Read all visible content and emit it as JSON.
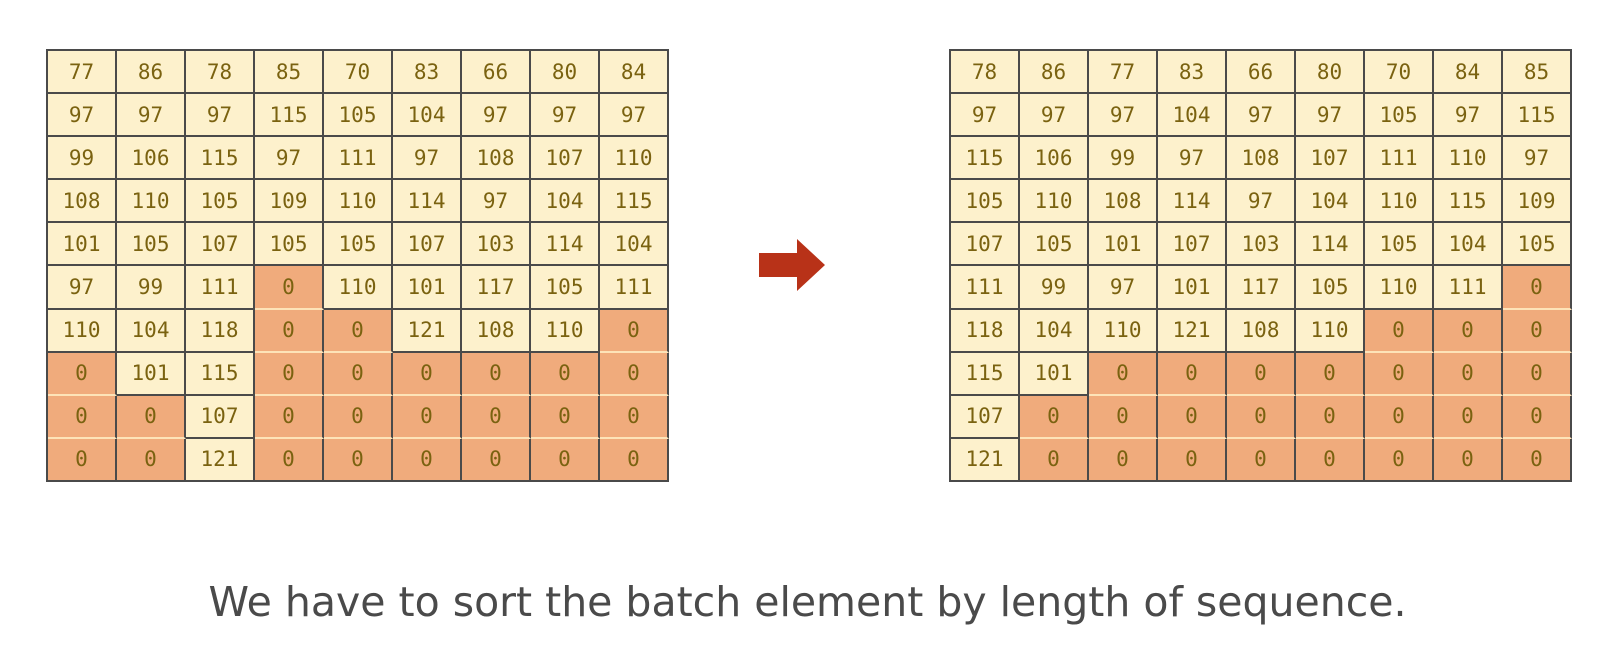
{
  "left_table": {
    "rows": [
      [
        77,
        86,
        78,
        85,
        70,
        83,
        66,
        80,
        84
      ],
      [
        97,
        97,
        97,
        115,
        105,
        104,
        97,
        97,
        97
      ],
      [
        99,
        106,
        115,
        97,
        111,
        97,
        108,
        107,
        110
      ],
      [
        108,
        110,
        105,
        109,
        110,
        114,
        97,
        104,
        115
      ],
      [
        101,
        105,
        107,
        105,
        105,
        107,
        103,
        114,
        104
      ],
      [
        97,
        99,
        111,
        0,
        110,
        101,
        117,
        105,
        111
      ],
      [
        110,
        104,
        118,
        0,
        0,
        121,
        108,
        110,
        0
      ],
      [
        0,
        101,
        115,
        0,
        0,
        0,
        0,
        0,
        0
      ],
      [
        0,
        0,
        107,
        0,
        0,
        0,
        0,
        0,
        0
      ],
      [
        0,
        0,
        121,
        0,
        0,
        0,
        0,
        0,
        0
      ]
    ]
  },
  "right_table": {
    "rows": [
      [
        78,
        86,
        77,
        83,
        66,
        80,
        70,
        84,
        85
      ],
      [
        97,
        97,
        97,
        104,
        97,
        97,
        105,
        97,
        115
      ],
      [
        115,
        106,
        99,
        97,
        108,
        107,
        111,
        110,
        97
      ],
      [
        105,
        110,
        108,
        114,
        97,
        104,
        110,
        115,
        109
      ],
      [
        107,
        105,
        101,
        107,
        103,
        114,
        105,
        104,
        105
      ],
      [
        111,
        99,
        97,
        101,
        117,
        105,
        110,
        111,
        0
      ],
      [
        118,
        104,
        110,
        121,
        108,
        110,
        0,
        0,
        0
      ],
      [
        115,
        101,
        0,
        0,
        0,
        0,
        0,
        0,
        0
      ],
      [
        107,
        0,
        0,
        0,
        0,
        0,
        0,
        0,
        0
      ],
      [
        121,
        0,
        0,
        0,
        0,
        0,
        0,
        0,
        0
      ]
    ]
  },
  "colors": {
    "token_cell": "#fdf1cc",
    "padding_cell": "#f0ab7c",
    "arrow": "#b83218",
    "text": "#7a6210"
  },
  "arrow_icon": "right-arrow-icon",
  "caption": "We have to sort the batch element by length of sequence."
}
